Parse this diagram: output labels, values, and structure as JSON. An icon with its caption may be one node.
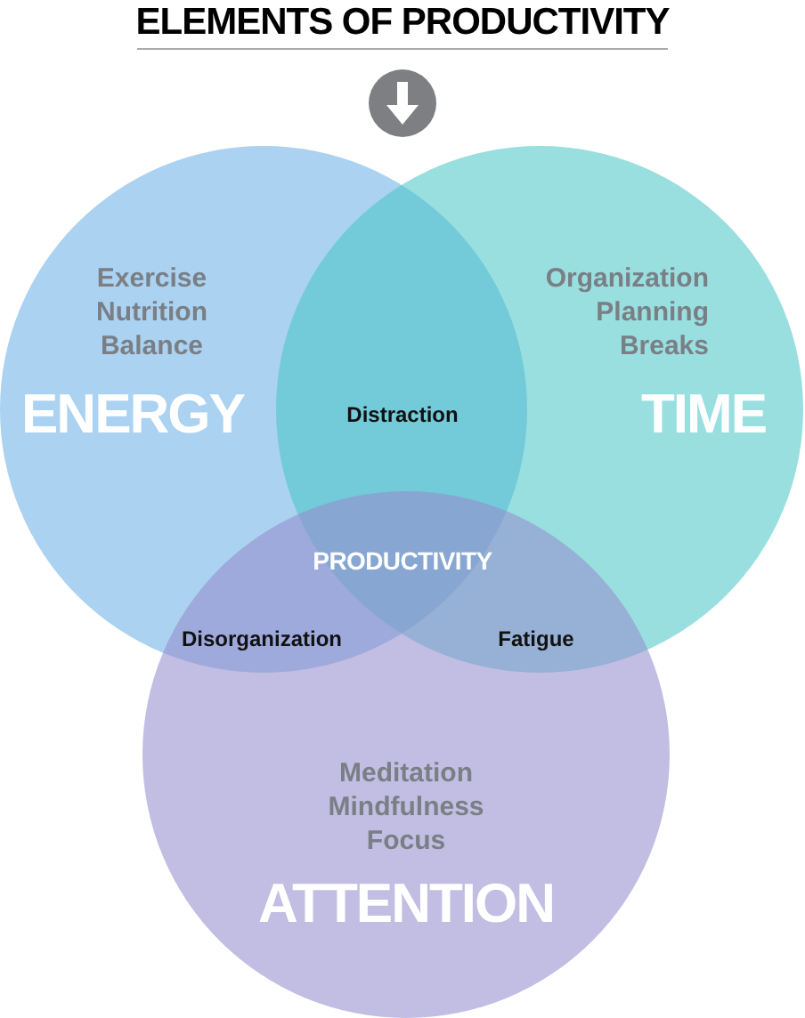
{
  "diagram": {
    "title": "ELEMENTS OF PRODUCTIVITY",
    "nodes": [
      {
        "text": [
          "Exercise Nutrition Balance",
          "ENERGY"
        ]
      },
      {
        "text": [
          "Organization Planning Breaks",
          "TIME"
        ]
      },
      {
        "text": [
          "Meditation Mindfulness Focus",
          "ATTENTION"
        ]
      }
    ],
    "labels": [
      "Distraction",
      "PRODUCTIVITY",
      "Disorganization",
      "Fatigue"
    ]
  }
}
